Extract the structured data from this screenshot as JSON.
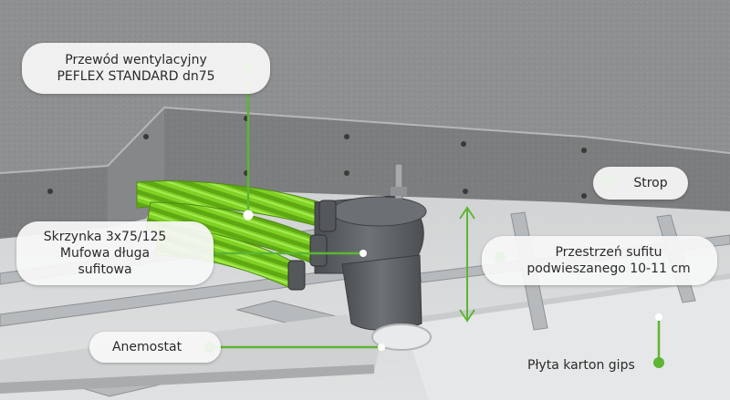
{
  "labels": {
    "peflex": "Przewód wentylacyjny\nPEFLEX STANDARD dn75",
    "strop": "Strop",
    "skrzynka": "Skrzynka 3x75/125\nMufowa długa\nsufitowa",
    "przestrzen": "Przestrzeń sufitu\npodwieszanego 10-11 cm",
    "anemostat": "Anemostat",
    "plyta": "Płyta karton gips"
  },
  "colors": {
    "accent_green": "#5db534",
    "concrete": "#8f9192",
    "duct_green": "#7bd11e",
    "fitting_gray": "#5c5f62",
    "callout_bg": "#f8f8f8"
  }
}
